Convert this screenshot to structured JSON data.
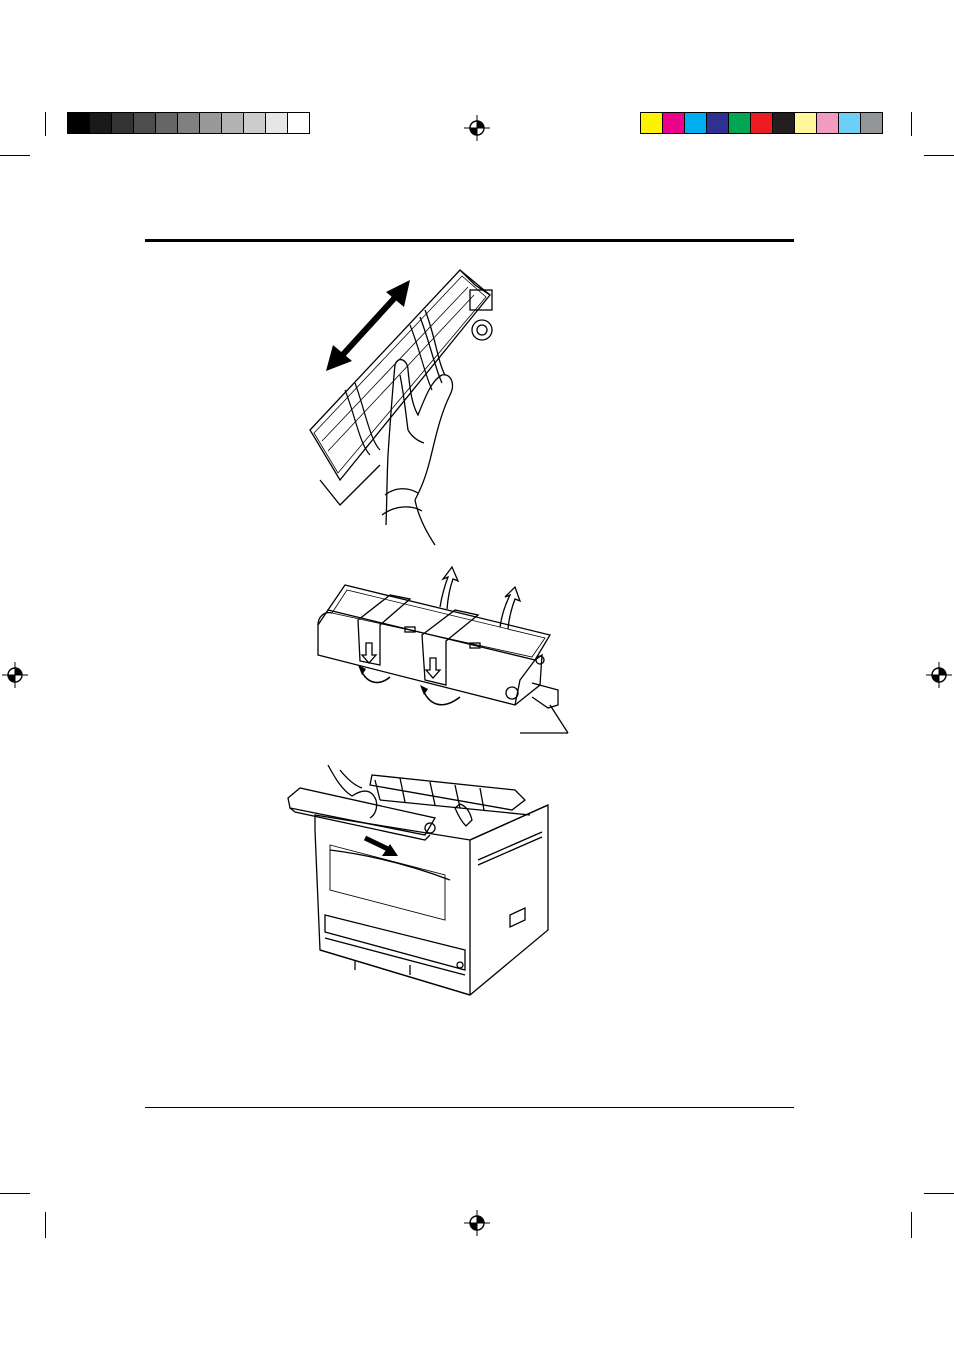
{
  "print_marks": {
    "gray_swatches": [
      "#000000",
      "#1a1a1a",
      "#333333",
      "#4d4d4d",
      "#666666",
      "#808080",
      "#999999",
      "#b3b3b3",
      "#cccccc",
      "#e6e6e6",
      "#ffffff"
    ],
    "color_swatches": [
      "#fff200",
      "#ec008c",
      "#00aeef",
      "#2e3192",
      "#00a651",
      "#ed1c24",
      "#231f20",
      "#fff799",
      "#f49ac1",
      "#6dcff6",
      "#939598"
    ]
  },
  "figures": [
    {
      "id": "shake-cartridge",
      "icon": "hand-holding-cartridge-illustration"
    },
    {
      "id": "remove-tape",
      "icon": "cartridge-with-tapes-illustration"
    },
    {
      "id": "insert-cartridge",
      "icon": "printer-cartridge-insertion-illustration"
    }
  ]
}
